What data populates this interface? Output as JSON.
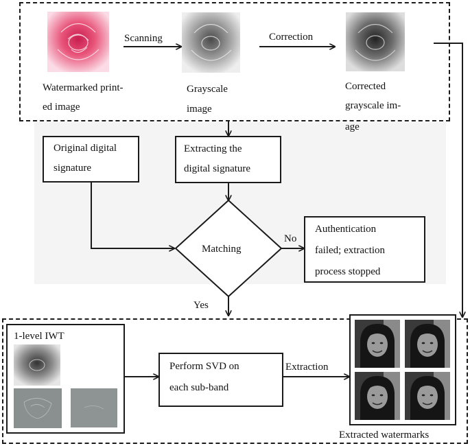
{
  "top_stage": {
    "images": [
      {
        "icon": "pink-rose-image",
        "label_lines": [
          "Watermarked print-",
          "ed image"
        ]
      },
      {
        "icon": "grayscale-rose-image",
        "label_lines": [
          "Grayscale",
          "image"
        ]
      },
      {
        "icon": "corrected-grayscale-rose-image",
        "label_lines": [
          "Corrected",
          "grayscale im-",
          "age"
        ]
      }
    ],
    "arrow_labels": {
      "scanning": "Scanning",
      "correction": "Correction"
    }
  },
  "middle": {
    "original_signature_lines": [
      "Original digital",
      "signature"
    ],
    "extracting_lines": [
      "Extracting the",
      "digital signature"
    ],
    "decision_label": "Matching",
    "no_label": "No",
    "yes_label": "Yes",
    "failed_lines": [
      "Authentication",
      "failed; extraction",
      "process stopped"
    ]
  },
  "bottom_stage": {
    "iwt_label": "1-level IWT",
    "svd_lines": [
      "Perform SVD on",
      "each sub-band"
    ],
    "extraction_label": "Extraction",
    "watermarks_caption": "Extracted watermarks"
  },
  "colors": {
    "line": "#1a1a1a",
    "rose_pink": "#e8547a",
    "gray_band": "#8a9090"
  }
}
